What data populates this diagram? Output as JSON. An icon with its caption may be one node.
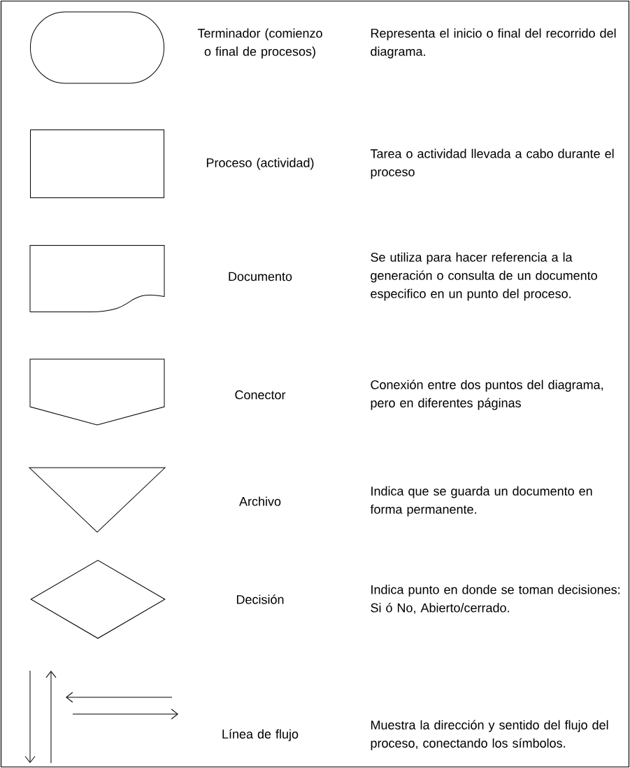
{
  "diagram": {
    "nodes": [
      {
        "text": [],
        "shape": "terminator"
      },
      {
        "text": [],
        "shape": "box"
      },
      {
        "text": [],
        "shape": "document"
      },
      {
        "text": [],
        "shape": "connector"
      },
      {
        "text": [],
        "shape": "triangle"
      },
      {
        "text": [],
        "shape": "diamond"
      }
    ],
    "labels": [
      "Terminador (comienzo o final de procesos)",
      "Representa el inicio o final del recorrido del diagrama.",
      "Proceso (actividad)",
      "Tarea o actividad llevada a cabo durante el proceso",
      "Documento",
      "Se utiliza para hacer referencia a la generación o consulta de un documento especifico en un punto del proceso.",
      "Conector",
      "Conexión entre dos puntos del diagrama, pero en diferentes páginas",
      "Archivo",
      "Indica que se guarda un documento en forma permanente.",
      "Decisión",
      "Indica punto en donde se toman decisiones: Si ó No, Abierto/cerrado.",
      "Línea de flujo",
      "Muestra la dirección y sentido del flujo del proceso, conectando los símbolos."
    ]
  }
}
